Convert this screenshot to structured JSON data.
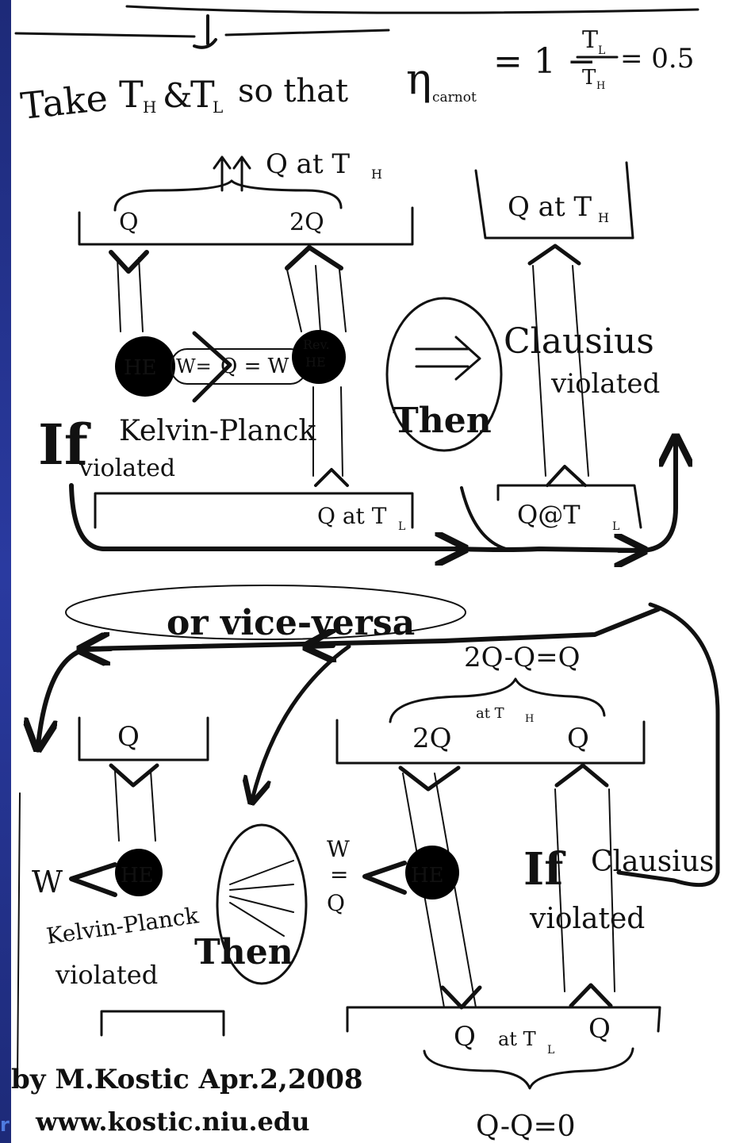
{
  "header": {
    "prefix": "Take",
    "th": "T",
    "th_sub": "H",
    "amp": "&",
    "tl": "T",
    "tl_sub": "L",
    "so_that": "so that",
    "eta": "η",
    "eta_sub": "carnot",
    "formula": "= 1 −",
    "frac_num": "T",
    "frac_num_sub": "L",
    "frac_den": "T",
    "frac_den_sub": "H",
    "result": "= 0.5"
  },
  "top_left": {
    "brace_label": "Q at T",
    "brace_label_sub": "H",
    "res_left": "Q",
    "res_right": "2Q",
    "he": "HE",
    "w_eq": "W=",
    "q_eq_w": "Q = W",
    "rev_he_1": "Rev.",
    "rev_he_2": "HE",
    "if": "If",
    "kelvin": "Kelvin-Planck",
    "violated": "violated",
    "q_at_tl": "Q at T",
    "q_at_tl_sub": "L"
  },
  "then_top": "Then",
  "top_right": {
    "q_at_th": "Q at T",
    "q_at_th_sub": "H",
    "clausius": "Clausius",
    "violated": "violated",
    "q_at_tl": "Q@T",
    "q_at_tl_sub": "L"
  },
  "vice_versa": "or vice-versa",
  "bottom_left": {
    "res_top": "Q",
    "w": "W",
    "he": "HE",
    "kelvin": "Kelvin-Planck",
    "violated": "violated"
  },
  "then_bottom": "Then",
  "bottom_right": {
    "diff_top": "2Q-Q=Q",
    "res_left": "2Q",
    "at_th": "at T",
    "at_th_sub": "H",
    "res_right": "Q",
    "w_q_1": "W",
    "w_q_eq": "=",
    "w_q_2": "Q",
    "he": "HE",
    "if": "If",
    "clausius": "Clausius",
    "violated": "violated",
    "bot_q_left": "Q",
    "at_tl": "at T",
    "at_tl_sub": "L",
    "bot_q_right": "Q",
    "diff_bottom": "Q-Q=0"
  },
  "credits": {
    "line1": "by M.Kostic Apr.2,2008",
    "line2": "www.kostic.niu.edu"
  },
  "strip_char": "r"
}
